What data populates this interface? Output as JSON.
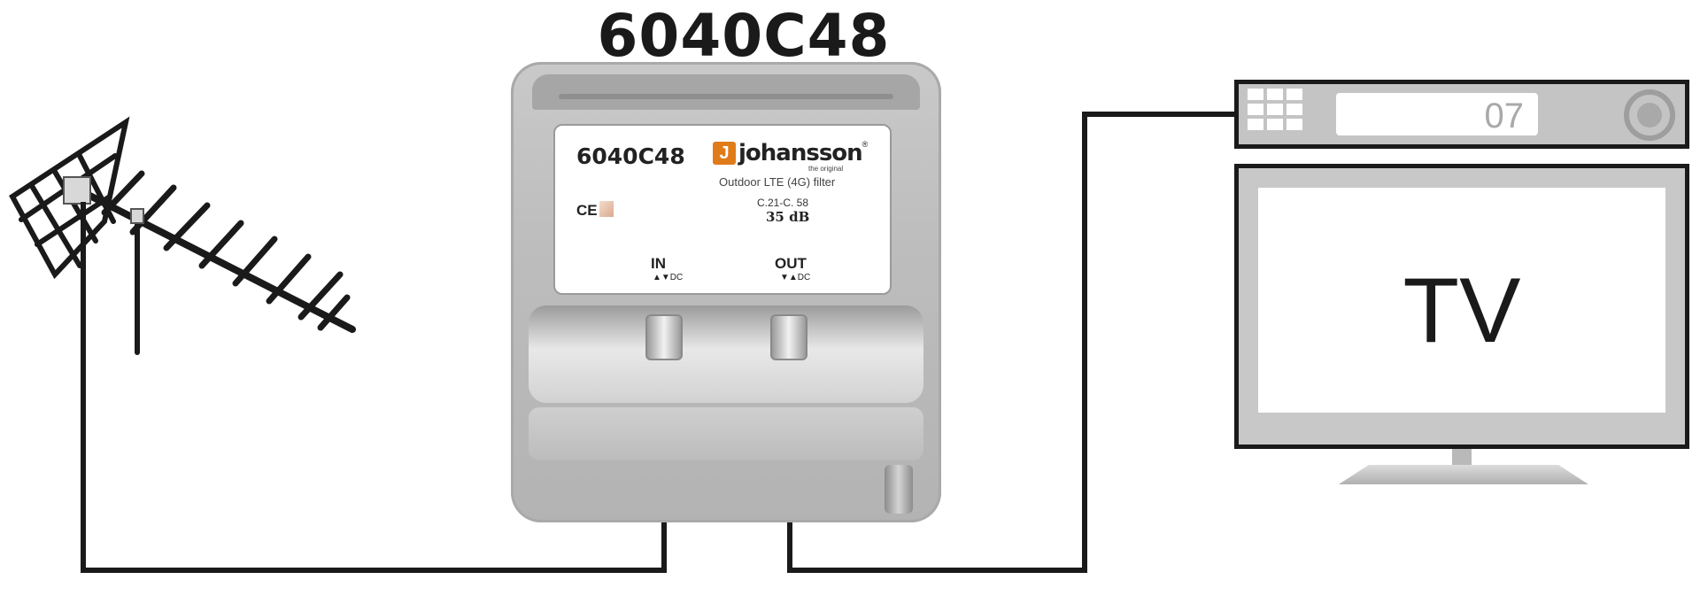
{
  "title": "6040C48",
  "device": {
    "model": "6040C48",
    "brand": "johansson",
    "brand_reg": "®",
    "logo_glyph": "J",
    "tagline": "the original",
    "description": "Outdoor LTE (4G) filter",
    "channel_range": "C.21-C. 58",
    "gain": "35 dB",
    "ce_mark": "CE",
    "port_in": "IN",
    "port_in_dc": "▲▼DC",
    "port_out": "OUT",
    "port_out_dc": "▼▲DC"
  },
  "settop_box": {
    "channel_display": "07"
  },
  "tv": {
    "label": "TV"
  },
  "colors": {
    "line": "#1a1a1a",
    "device_gray": "#bdbdbd",
    "brand_orange": "#e07b1a"
  }
}
